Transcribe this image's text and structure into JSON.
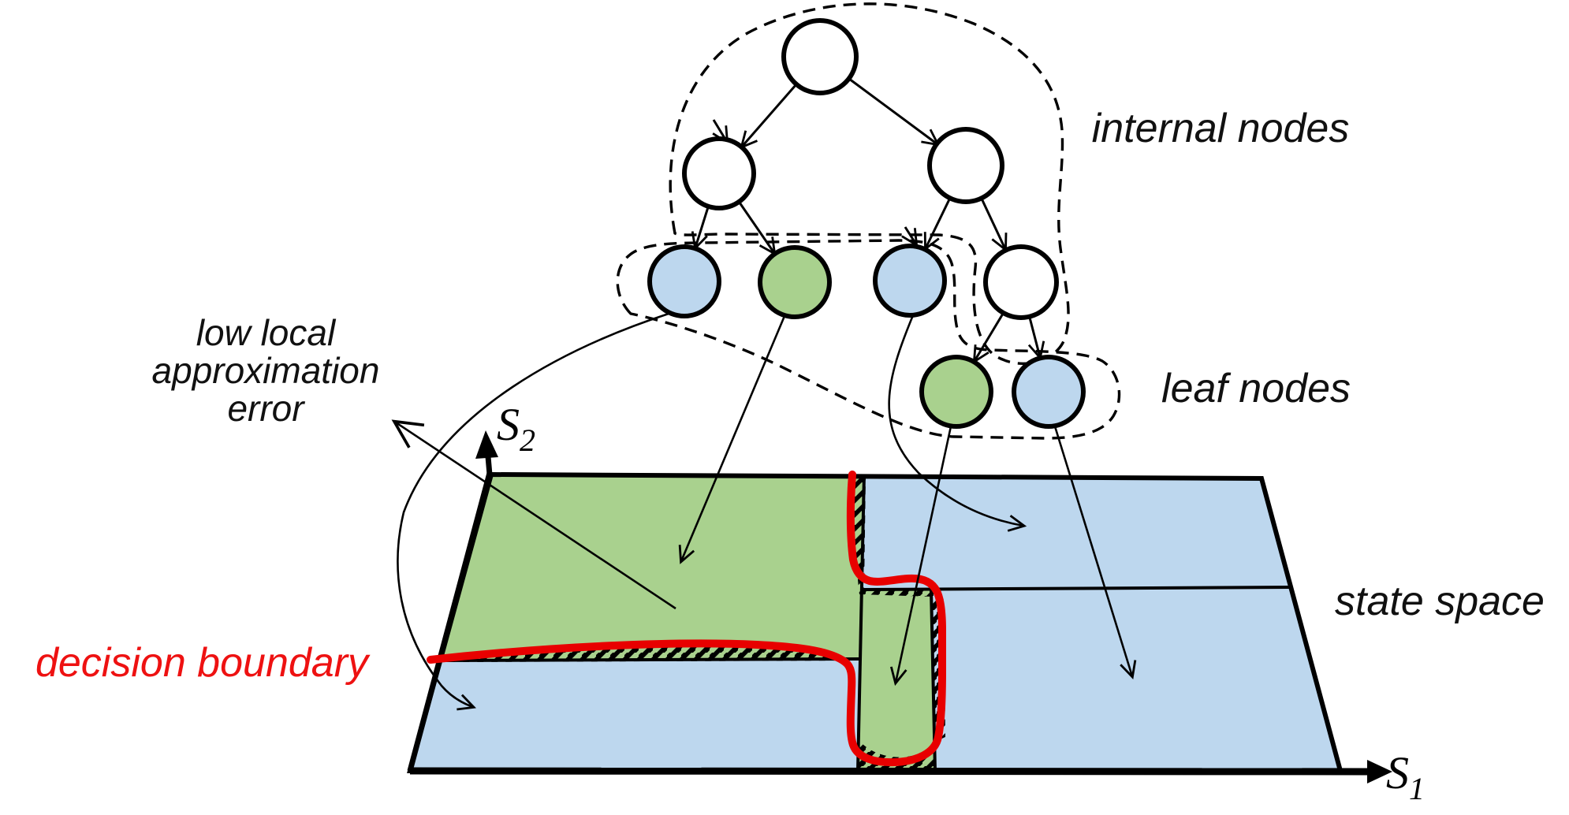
{
  "diagram": {
    "type": "decision-tree-state-space-partition",
    "labels": {
      "internal_nodes": "internal nodes",
      "leaf_nodes": "leaf nodes",
      "state_space": "state space",
      "low_local_error_line1": "low local",
      "low_local_error_line2": "approximation",
      "low_local_error_line3": "error",
      "decision_boundary": "decision boundary",
      "axis_x_base": "S",
      "axis_x_sub": "1",
      "axis_y_base": "S",
      "axis_y_sub": "2"
    },
    "colors": {
      "leaf_green": "#a9d18e",
      "leaf_blue": "#bdd7ee",
      "internal_node_fill": "#ffffff",
      "boundary_red": "#e80000",
      "label_red": "#ee1111",
      "line_black": "#000000"
    },
    "tree": {
      "internal_nodes": [
        {
          "id": "root"
        },
        {
          "id": "internal-left"
        },
        {
          "id": "internal-right"
        },
        {
          "id": "internal-lower"
        }
      ],
      "leaf_nodes": [
        {
          "id": "leaf-1",
          "color": "blue"
        },
        {
          "id": "leaf-2",
          "color": "green"
        },
        {
          "id": "leaf-3",
          "color": "blue"
        },
        {
          "id": "leaf-4",
          "color": "green"
        },
        {
          "id": "leaf-5",
          "color": "blue"
        }
      ]
    },
    "regions": [
      {
        "id": "region-top-left",
        "color": "green"
      },
      {
        "id": "region-bottom-left",
        "color": "blue"
      },
      {
        "id": "region-top-right",
        "color": "blue"
      },
      {
        "id": "region-middle-strip",
        "color": "green"
      },
      {
        "id": "region-bottom-right",
        "color": "blue"
      }
    ]
  }
}
